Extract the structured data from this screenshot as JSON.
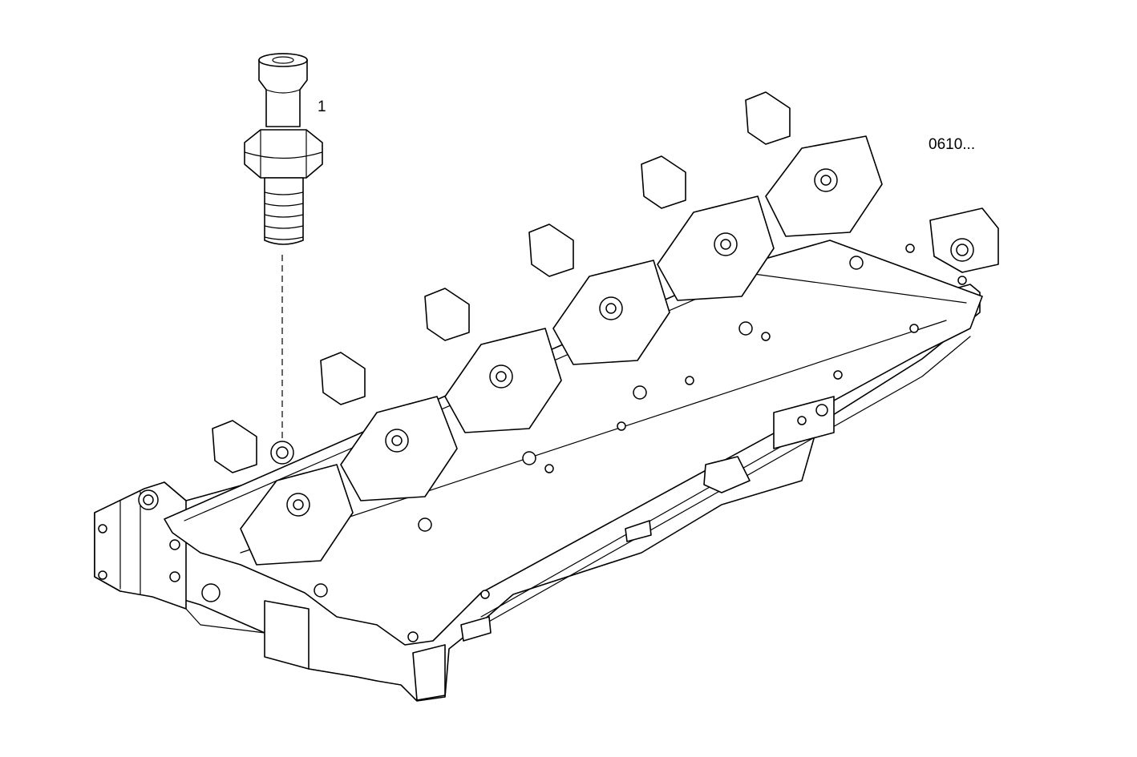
{
  "callouts": [
    {
      "number": "1"
    }
  ],
  "reference_code": "0610...",
  "parts": [
    {
      "callout": "1",
      "icon": "threaded-stud-bolt-icon"
    },
    {
      "icon": "cylinder-head-gasket-plate-icon"
    }
  ]
}
